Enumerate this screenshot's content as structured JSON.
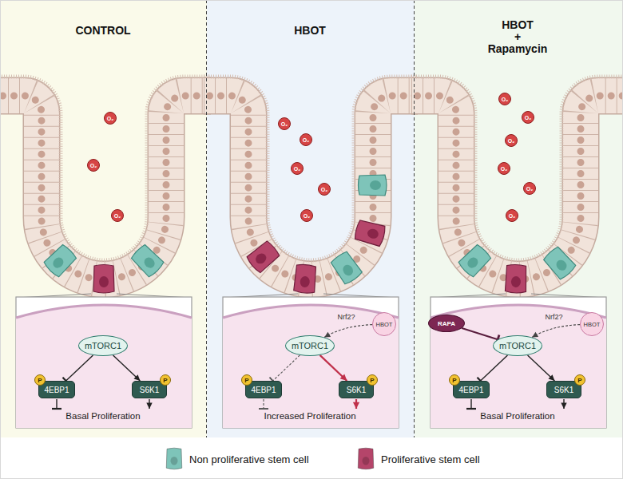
{
  "diagram": {
    "nodes": [
      {
        "text": [
          "CONTROL"
        ]
      },
      {
        "text": [
          "O₂"
        ],
        "in": 0
      },
      {
        "text": [
          "O₂"
        ],
        "in": 0
      },
      {
        "text": [
          "O₂"
        ],
        "in": 0
      },
      {
        "text": [
          "mTORC1"
        ],
        "in": 0
      },
      {
        "text": [
          "4EBP1"
        ],
        "in": 0
      },
      {
        "text": [
          "P"
        ],
        "in": 0
      },
      {
        "text": [
          "S6K1"
        ],
        "in": 0
      },
      {
        "text": [
          "P"
        ],
        "in": 0
      },
      {
        "text": [
          "Basal Proliferation"
        ],
        "in": 0
      },
      {
        "text": [
          "HBOT"
        ]
      },
      {
        "text": [
          "O₂"
        ],
        "in": 10
      },
      {
        "text": [
          "O₂"
        ],
        "in": 10
      },
      {
        "text": [
          "O₂"
        ],
        "in": 10
      },
      {
        "text": [
          "O₂"
        ],
        "in": 10
      },
      {
        "text": [
          "O₂"
        ],
        "in": 10
      },
      {
        "text": [
          "HBOT"
        ],
        "in": 10
      },
      {
        "text": [
          "mTORC1"
        ],
        "in": 10
      },
      {
        "text": [
          "4EBP1"
        ],
        "in": 10
      },
      {
        "text": [
          "P"
        ],
        "in": 10
      },
      {
        "text": [
          "S6K1"
        ],
        "in": 10
      },
      {
        "text": [
          "P"
        ],
        "in": 10
      },
      {
        "text": [
          "Increased Proliferation"
        ],
        "in": 10
      },
      {
        "text": [
          "HBOT + Rapamycin"
        ]
      },
      {
        "text": [
          "O₂"
        ],
        "in": 23
      },
      {
        "text": [
          "O₂"
        ],
        "in": 23
      },
      {
        "text": [
          "O₂"
        ],
        "in": 23
      },
      {
        "text": [
          "O₂"
        ],
        "in": 23
      },
      {
        "text": [
          "O₂"
        ],
        "in": 23
      },
      {
        "text": [
          "O₂"
        ],
        "in": 23
      },
      {
        "text": [
          "RAPA"
        ],
        "in": 23
      },
      {
        "text": [
          "HBOT"
        ],
        "in": 23
      },
      {
        "text": [
          "mTORC1"
        ],
        "in": 23
      },
      {
        "text": [
          "4EBP1"
        ],
        "in": 23
      },
      {
        "text": [
          "P"
        ],
        "in": 23
      },
      {
        "text": [
          "S6K1"
        ],
        "in": 23
      },
      {
        "text": [
          "P"
        ],
        "in": 23
      },
      {
        "text": [
          "Basal Proliferation"
        ],
        "in": 23
      }
    ],
    "edges": [
      {
        "from": 4,
        "to": 5,
        "arrow": "to"
      },
      {
        "from": 4,
        "to": 7,
        "arrow": "to"
      },
      {
        "from": 5,
        "to": 9,
        "arrow": "to"
      },
      {
        "from": 7,
        "to": 9,
        "arrow": "to"
      },
      {
        "from": 16,
        "to": 17,
        "label": "Nrf2?",
        "arrow": "to"
      },
      {
        "from": 17,
        "to": 18,
        "arrow": "to"
      },
      {
        "from": 17,
        "to": 20,
        "arrow": "to"
      },
      {
        "from": 18,
        "to": 22,
        "arrow": "to"
      },
      {
        "from": 20,
        "to": 22,
        "arrow": "to"
      },
      {
        "from": 30,
        "to": 32,
        "arrow": "to"
      },
      {
        "from": 31,
        "to": 32,
        "label": "Nrf2?",
        "arrow": "to"
      },
      {
        "from": 32,
        "to": 33,
        "arrow": "to"
      },
      {
        "from": 32,
        "to": 35,
        "arrow": "to"
      },
      {
        "from": 33,
        "to": 37,
        "arrow": "to"
      },
      {
        "from": 35,
        "to": 37,
        "arrow": "to"
      }
    ],
    "legend": [
      {
        "text": "Non proliferative stem cell",
        "color": "#7ec4b9"
      },
      {
        "text": "Proliferative stem cell",
        "color": "#b5456a"
      }
    ]
  }
}
